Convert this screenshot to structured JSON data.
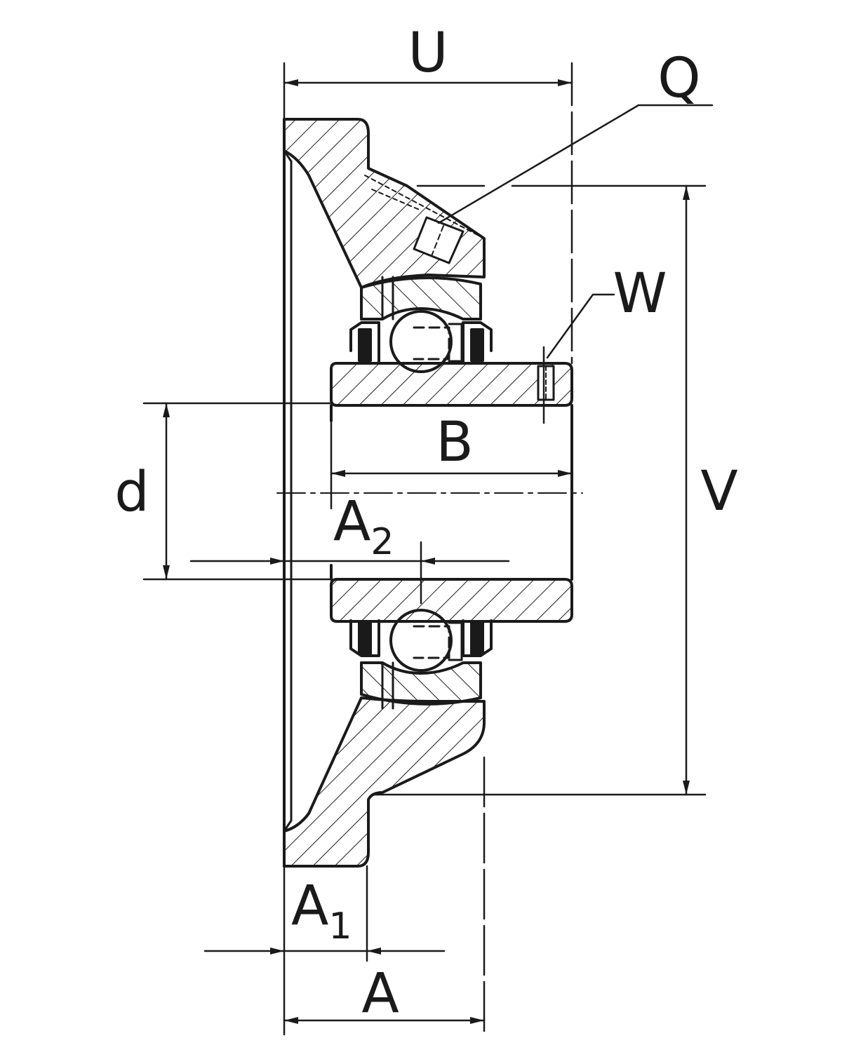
{
  "figure": {
    "subject": "bearing-unit-section"
  },
  "labels": {
    "U": "U",
    "Q": "Q",
    "W": "W",
    "B": "B",
    "d": "d",
    "V": "V",
    "A": "A",
    "A1_main": "A",
    "A1_sub": "1",
    "A2_main": "A",
    "A2_sub": "2"
  },
  "colors": {
    "ink": "#1a1a1a",
    "paper": "#ffffff"
  }
}
